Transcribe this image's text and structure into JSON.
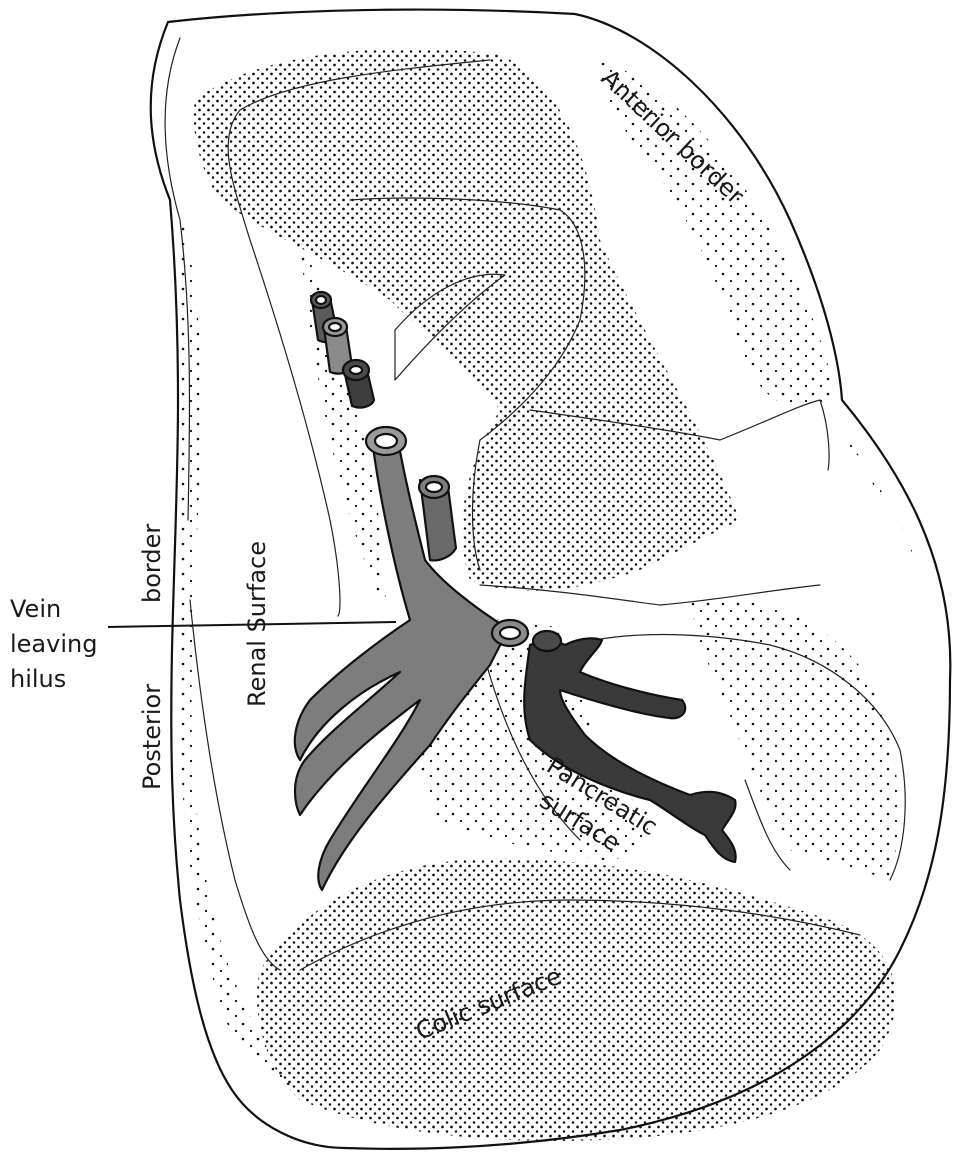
{
  "labels": {
    "anterior_border": "Anterior border",
    "posterior": "Posterior",
    "border": "border",
    "renal_surface": "Renal Surface",
    "vein_line1": "Vein",
    "vein_line2": "leaving",
    "vein_line3": "hilus",
    "pancreatic": "Pancreatic",
    "surface": "surface",
    "colic_surface": "Colic surface"
  },
  "colors": {
    "outline": "#111111",
    "vein_light": "#7d7d7d",
    "vein_mid": "#5e5e5e",
    "vein_dark": "#3a3a3a",
    "stipple": "#111111",
    "background": "#ffffff"
  }
}
